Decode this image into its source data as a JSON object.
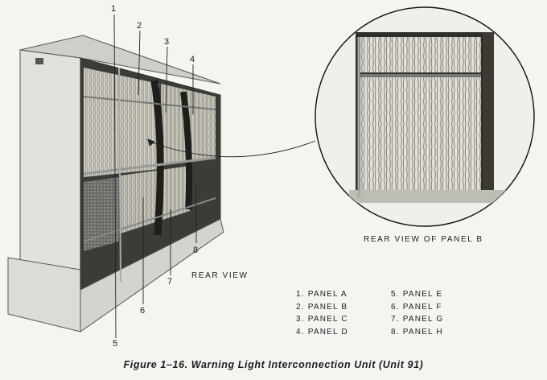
{
  "callouts": {
    "c1": "1",
    "c2": "2",
    "c3": "3",
    "c4": "4",
    "c5": "5",
    "c6": "6",
    "c7": "7",
    "c8": "8"
  },
  "labels": {
    "rear_view": "REAR VIEW",
    "rear_view_panel_b": "REAR VIEW OF PANEL B"
  },
  "legend": {
    "left": [
      {
        "num": "1.",
        "text": "PANEL  A"
      },
      {
        "num": "2.",
        "text": "PANEL  B"
      },
      {
        "num": "3.",
        "text": "PANEL  C"
      },
      {
        "num": "4.",
        "text": "PANEL  D"
      }
    ],
    "right": [
      {
        "num": "5.",
        "text": "PANEL  E"
      },
      {
        "num": "6.",
        "text": "PANEL  F"
      },
      {
        "num": "7.",
        "text": "PANEL  G"
      },
      {
        "num": "8.",
        "text": "PANEL  H"
      }
    ]
  },
  "caption": "Figure 1–16.  Warning Light Interconnection Unit (Unit 91)"
}
